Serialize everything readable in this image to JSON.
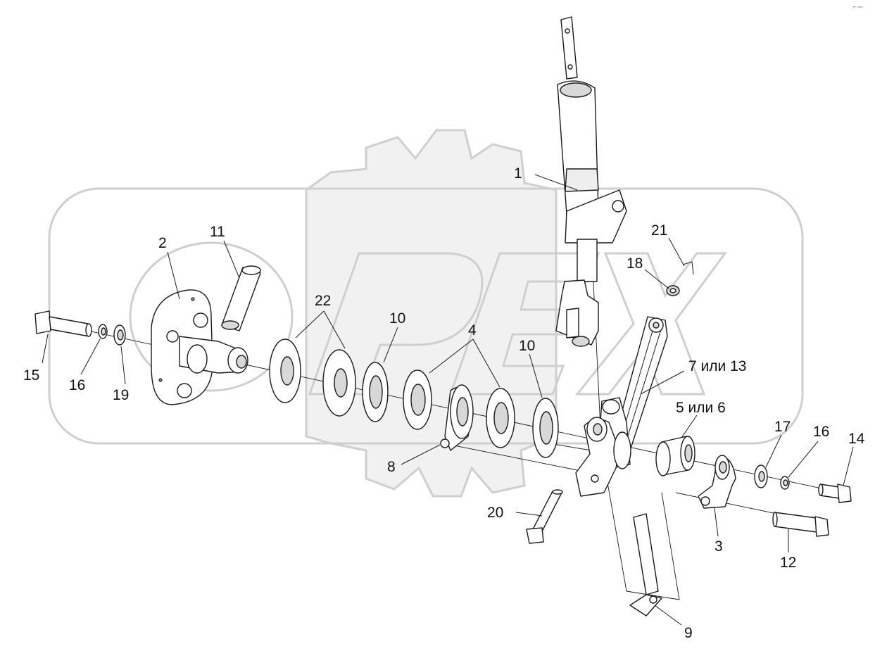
{
  "diagram": {
    "corner_mark": "⌐ ▫▫▫",
    "callouts": [
      {
        "id": "c1",
        "text": "1"
      },
      {
        "id": "c2",
        "text": "2"
      },
      {
        "id": "c3",
        "text": "3"
      },
      {
        "id": "c4",
        "text": "4"
      },
      {
        "id": "c5",
        "text": "5 или 6"
      },
      {
        "id": "c7",
        "text": "7 или 13"
      },
      {
        "id": "c8",
        "text": "8"
      },
      {
        "id": "c9",
        "text": "9"
      },
      {
        "id": "c10a",
        "text": "10"
      },
      {
        "id": "c10b",
        "text": "10"
      },
      {
        "id": "c11",
        "text": "11"
      },
      {
        "id": "c12",
        "text": "12"
      },
      {
        "id": "c14",
        "text": "14"
      },
      {
        "id": "c15",
        "text": "15"
      },
      {
        "id": "c16a",
        "text": "16"
      },
      {
        "id": "c16b",
        "text": "16"
      },
      {
        "id": "c17",
        "text": "17"
      },
      {
        "id": "c18",
        "text": "18"
      },
      {
        "id": "c19",
        "text": "19"
      },
      {
        "id": "c20",
        "text": "20"
      },
      {
        "id": "c21",
        "text": "21"
      },
      {
        "id": "c22",
        "text": "22"
      }
    ]
  }
}
